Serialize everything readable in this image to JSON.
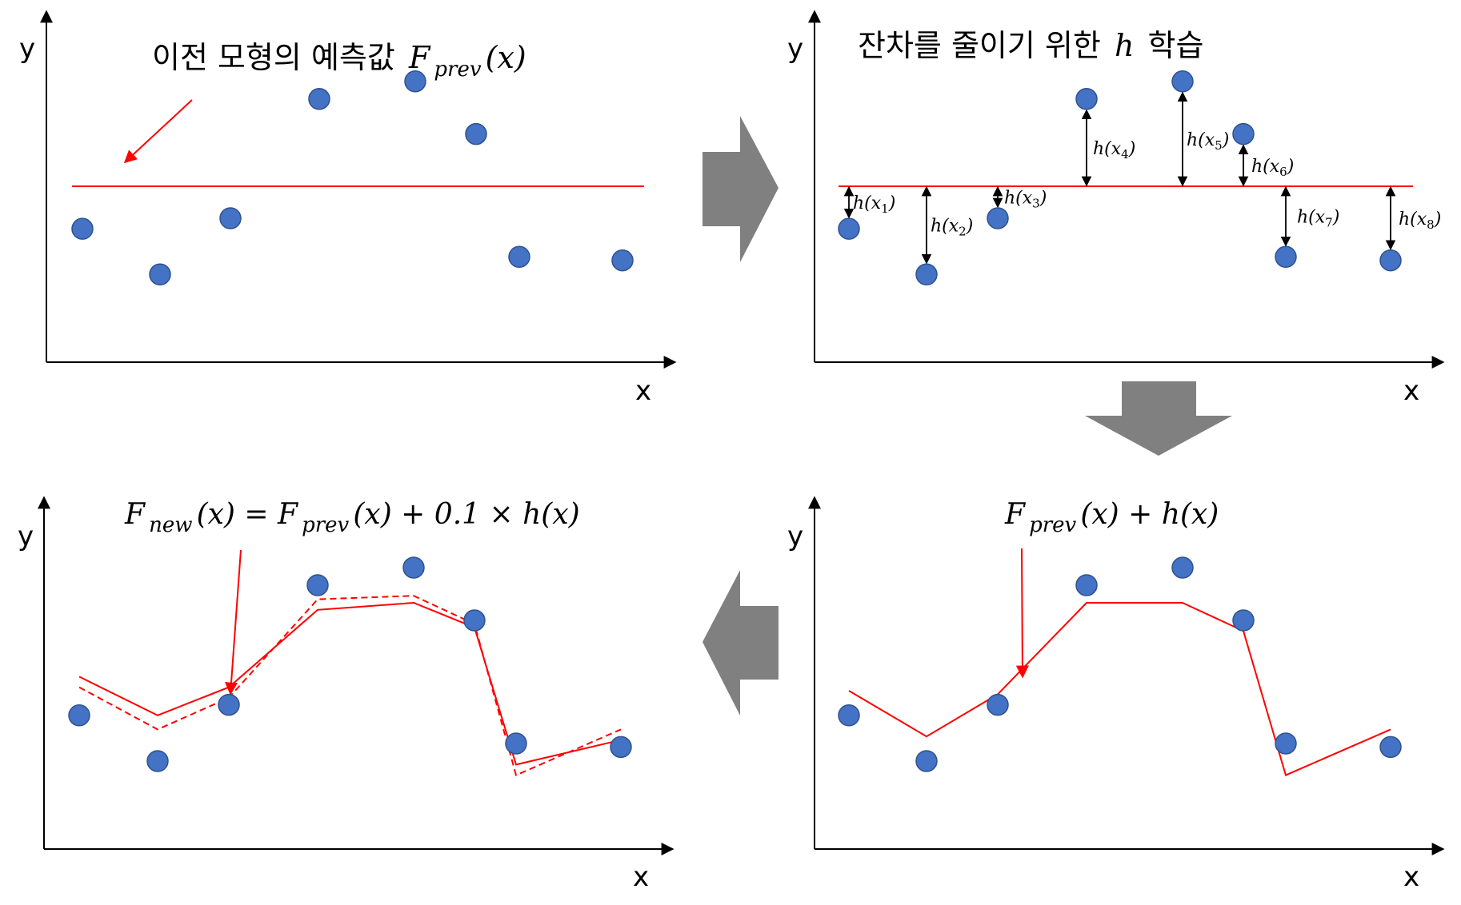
{
  "colors": {
    "point_fill": "#4472c4",
    "point_stroke": "#2f528f",
    "model_line": "#ff0000",
    "flow_arrow": "#808080",
    "axis": "#000000"
  },
  "axes": {
    "x_label": "x",
    "y_label": "y"
  },
  "panels": {
    "top_left": {
      "title_text": "이전 모형의 예측값",
      "title_math": "F",
      "title_math_sub": "prev",
      "title_math_tail": "(x)",
      "line": "constant prediction"
    },
    "top_right": {
      "title_text": "잔차를 줄이기 위한",
      "title_math": "h",
      "title_text_tail": "학습",
      "residual_labels": [
        {
          "fn": "h(x",
          "sub": "1",
          "close": ")"
        },
        {
          "fn": "h(x",
          "sub": "2",
          "close": ")"
        },
        {
          "fn": "h(x",
          "sub": "3",
          "close": ")"
        },
        {
          "fn": "h(x",
          "sub": "4",
          "close": ")"
        },
        {
          "fn": "h(x",
          "sub": "5",
          "close": ")"
        },
        {
          "fn": "h(x",
          "sub": "6",
          "close": ")"
        },
        {
          "fn": "h(x",
          "sub": "7",
          "close": ")"
        },
        {
          "fn": "h(x",
          "sub": "8",
          "close": ")"
        }
      ]
    },
    "bottom_right": {
      "formula_F": "F",
      "formula_sub": "prev",
      "formula_tail": "(x) + h(x)"
    },
    "bottom_left": {
      "formula_F1": "F",
      "formula_sub1": "new",
      "formula_mid": "(x) =  ",
      "formula_F2": "F",
      "formula_sub2": "prev",
      "formula_tail": "(x) + 0.1 × h(x)"
    }
  },
  "chart_data": [
    {
      "type": "scatter",
      "panel": "top_left",
      "points_y": [
        0.38,
        0.25,
        0.41,
        0.75,
        0.8,
        0.65,
        0.3,
        0.29
      ],
      "prediction_line": "constant"
    },
    {
      "type": "scatter",
      "panel": "top_right",
      "points_y": [
        0.38,
        0.25,
        0.41,
        0.75,
        0.8,
        0.65,
        0.3,
        0.29
      ],
      "residuals": "points minus constant prediction"
    },
    {
      "type": "line",
      "panel": "bottom_right",
      "series": [
        {
          "values": [
            0.45,
            0.32,
            0.44,
            0.7,
            0.7,
            0.62,
            0.21,
            0.34
          ]
        }
      ]
    },
    {
      "type": "line",
      "panel": "bottom_left",
      "series": [
        {
          "style": "solid",
          "values": [
            0.49,
            0.38,
            0.46,
            0.68,
            0.7,
            0.63,
            0.24,
            0.31
          ]
        },
        {
          "style": "dashed",
          "values": [
            0.46,
            0.34,
            0.43,
            0.71,
            0.72,
            0.64,
            0.21,
            0.34
          ]
        }
      ]
    }
  ]
}
